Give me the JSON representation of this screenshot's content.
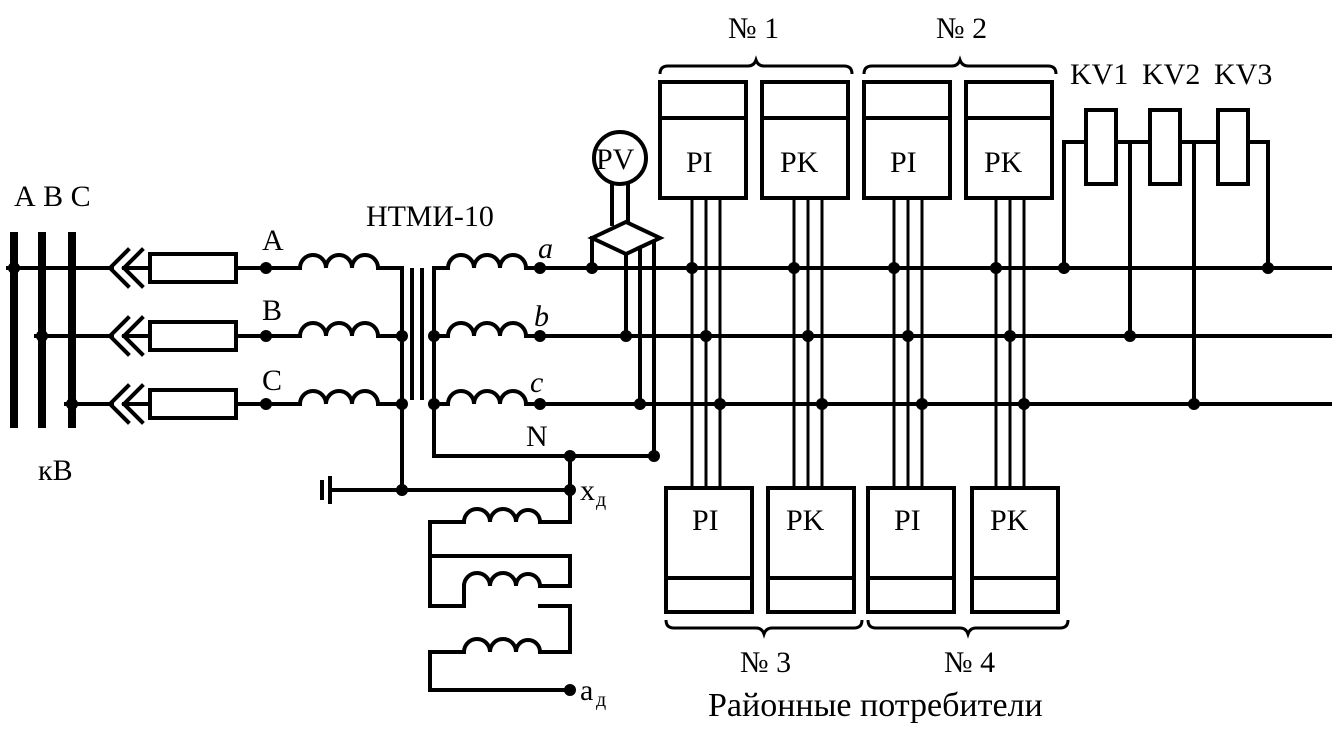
{
  "bus": {
    "phases_label": "А В С",
    "voltage_label": "кВ"
  },
  "input_phases": [
    "A",
    "B",
    "C"
  ],
  "transformer": {
    "name": "НТМИ-10"
  },
  "secondary_phases": [
    "a",
    "b",
    "c"
  ],
  "neutral": "N",
  "open_delta": {
    "x_label": "x",
    "x_sub": "д",
    "a_label": "a",
    "a_sub": "д"
  },
  "voltmeter": "PV",
  "groups_top": [
    "№ 1",
    "№ 2"
  ],
  "groups_bottom": [
    "№ 3",
    "№ 4"
  ],
  "relay_labels": [
    "PI",
    "PK",
    "PI",
    "PK"
  ],
  "relay_labels_bottom": [
    "PI",
    "PK",
    "PI",
    "PK"
  ],
  "voltage_relays": [
    "KV1",
    "KV2",
    "KV3"
  ],
  "caption": "Районные потребители"
}
